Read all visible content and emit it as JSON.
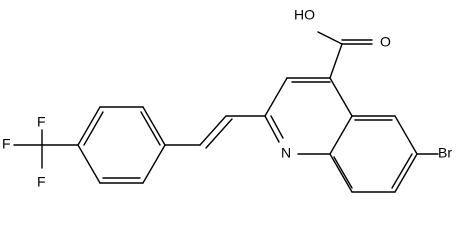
{
  "labels": {
    "oh": "HO",
    "o": "O",
    "n": "N",
    "br": "Br",
    "f1": "F",
    "f2": "F",
    "f3": "F"
  },
  "colors": {
    "ink": "#000000",
    "background": "#ffffff"
  }
}
